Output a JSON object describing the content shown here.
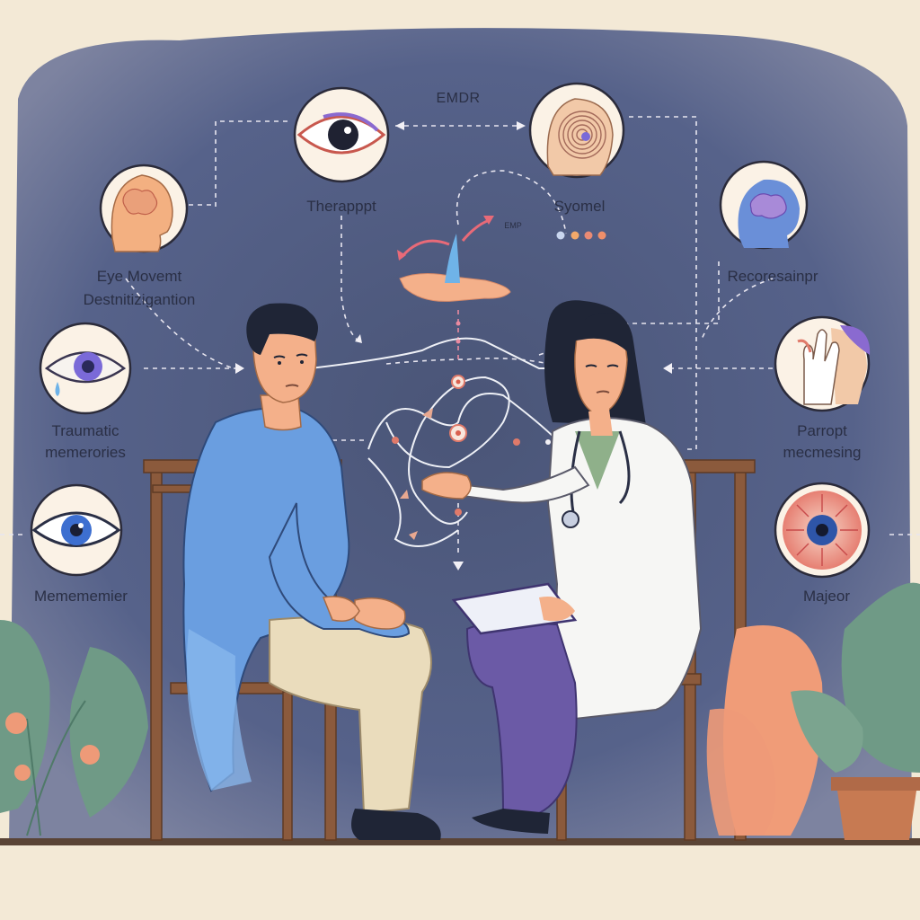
{
  "diagram": {
    "center_label": "EMDR",
    "small_label": "EMP",
    "labels": {
      "therapist": "Therapppt",
      "symbol": "Syomel",
      "eye_movement_line1": "Eye Movemt",
      "eye_movement_line2": "Destnitizigantion",
      "reprocessing": "Recoresainpr",
      "traumatic_line1": "Traumatic",
      "traumatic_line2": "memerories",
      "parropt_line1": "Parropt",
      "parropt_line2": "mecmesing",
      "mememernier": "Memememier",
      "majeor": "Majeor"
    },
    "icons": [
      "eye-icon",
      "spiral-head-icon",
      "brain-head-icon",
      "brain-profile-icon",
      "tearful-eye-icon",
      "hand-face-icon",
      "blue-eye-icon",
      "red-eye-icon"
    ]
  },
  "colors": {
    "background": "#4e5a7e",
    "vignette": "#f3e9d6",
    "patient_shirt": "#6a9ee0",
    "patient_pants": "#eadcbc",
    "coat": "#f6f6f4",
    "therapist_pants": "#6b5aa6",
    "chair": "#8b5a3c",
    "leaf_green": "#6f9a86",
    "leaf_coral": "#ee9a78",
    "accent_red": "#e07a6a"
  }
}
